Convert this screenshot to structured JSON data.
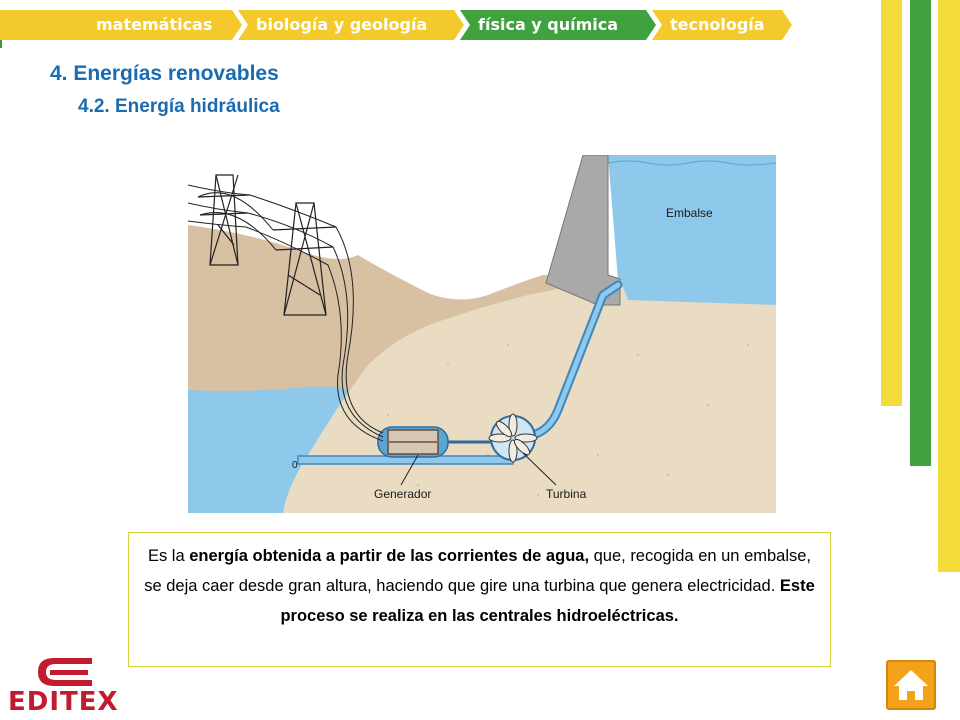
{
  "nav": {
    "tabs": [
      {
        "label": "matemáticas",
        "color": "#f3c92b",
        "active": false
      },
      {
        "label": "biología y geología",
        "color": "#f3c92b",
        "active": false
      },
      {
        "label": "física y química",
        "color": "#3fa23f",
        "active": true
      },
      {
        "label": "tecnología",
        "color": "#f3c92b",
        "active": false
      }
    ]
  },
  "heading": {
    "title": "4. Energías renovables",
    "subtitle": "4.2. Energía hidráulica"
  },
  "diagram": {
    "labels": {
      "reservoir": "Embalse",
      "generator": "Generador",
      "turbine": "Turbina",
      "zero": "0"
    }
  },
  "description": {
    "parts": [
      {
        "text": "Es la ",
        "bold": false
      },
      {
        "text": "energía obtenida a partir de las corrientes de agua,",
        "bold": true
      },
      {
        "text": " que, recogida en un embalse, se deja caer desde gran altura, haciendo que gire una turbina que genera electricidad. ",
        "bold": false
      },
      {
        "text": "Este proceso se realiza en las centrales hidroeléctricas.",
        "bold": true
      }
    ]
  },
  "logo": {
    "text": "EDITEX",
    "color": "#c21a2f"
  },
  "colors": {
    "title": "#1a6bb0",
    "yellow": "#f3dc3a",
    "green": "#3fa23f",
    "water": "#8ec8ea",
    "sand": "#eadcc2",
    "hill": "#d8c0a2"
  },
  "home_button": {
    "icon": "home-icon",
    "color": "#f3a21a"
  }
}
